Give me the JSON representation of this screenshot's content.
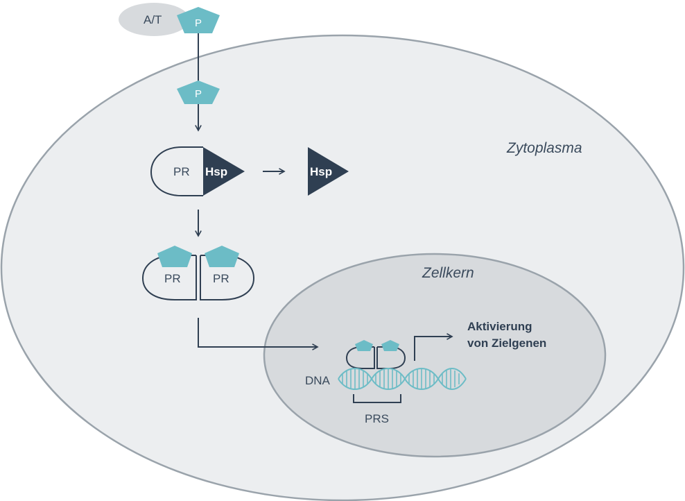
{
  "labels": {
    "hormone": "A/T",
    "phosphate": "P",
    "receptor": "PR",
    "hsp": "Hsp",
    "cytoplasm": "Zytoplasma",
    "nucleus": "Zellkern",
    "dna": "DNA",
    "prs": "PRS",
    "activation_line1": "Aktivierung",
    "activation_line2": "von Zielgenen"
  },
  "colors": {
    "teal": "#6cbcc6",
    "navy": "#2f3f52",
    "cytoplasm_fill": "#eceef0",
    "nucleus_fill": "#d7dadd",
    "outline": "#9aa3ab"
  }
}
